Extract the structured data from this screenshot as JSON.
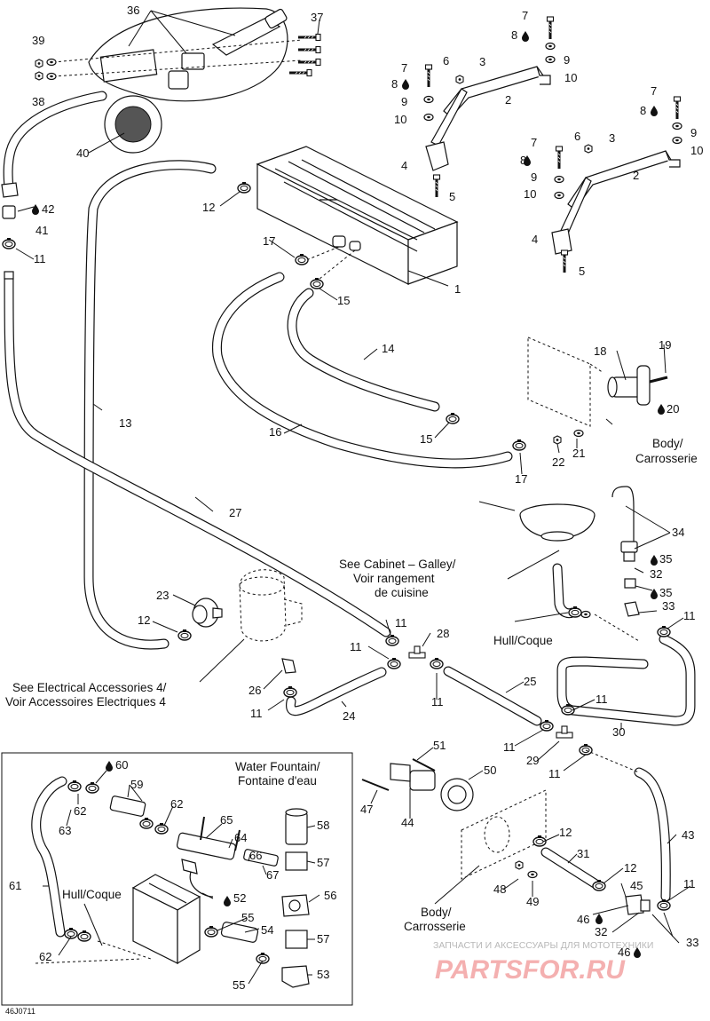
{
  "diagram_code": "46J0711",
  "notes": {
    "body_right": [
      "Body/",
      "Carrosserie"
    ],
    "galley": [
      "See Cabinet – Galley/",
      "Voir rangement",
      "de cuisine"
    ],
    "hull_right": "Hull/Coque",
    "electrical": [
      "See Electrical Accessories 4/",
      "Voir Accessoires Electriques 4"
    ],
    "fountain": [
      "Water Fountain/",
      "Fontaine d'eau"
    ],
    "hull_inset": "Hull/Coque",
    "body_lower": [
      "Body/",
      "Carrosserie"
    ]
  },
  "callouts": [
    "1",
    "2",
    "3",
    "4",
    "5",
    "6",
    "7",
    "8",
    "9",
    "10",
    "11",
    "12",
    "13",
    "14",
    "15",
    "16",
    "17",
    "18",
    "19",
    "20",
    "21",
    "22",
    "23",
    "24",
    "25",
    "26",
    "27",
    "28",
    "29",
    "30",
    "31",
    "32",
    "33",
    "34",
    "35",
    "36",
    "37",
    "38",
    "39",
    "40",
    "41",
    "42",
    "43",
    "44",
    "45",
    "46",
    "47",
    "48",
    "49",
    "50",
    "51",
    "52",
    "53",
    "54",
    "55",
    "56",
    "57",
    "58",
    "59",
    "60",
    "61",
    "62",
    "63",
    "64",
    "65",
    "66",
    "67"
  ],
  "watermark": {
    "tagline": "ЗАПЧАСТИ И АКСЕССУАРЫ ДЛЯ МОТОТЕХНИКИ",
    "brand": "PARTSFOR.RU",
    "color": "#f4b0b0"
  },
  "icons": [
    "drop-icon"
  ]
}
